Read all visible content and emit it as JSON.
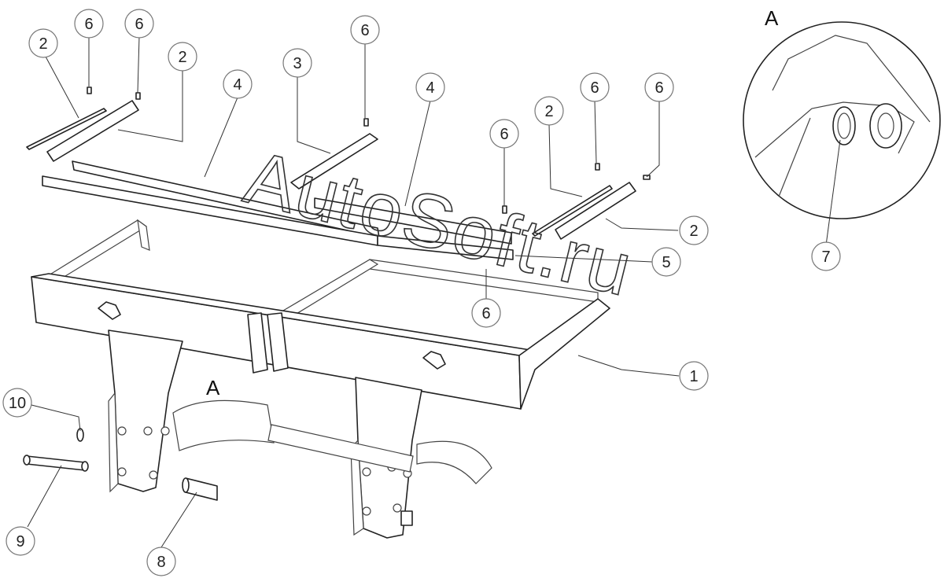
{
  "watermark": "AutoSoft.ru",
  "detail_view": {
    "label": "A",
    "reference_label": "A"
  },
  "callouts": [
    {
      "id": "c2a",
      "label": "2"
    },
    {
      "id": "c6a",
      "label": "6"
    },
    {
      "id": "c6b",
      "label": "6"
    },
    {
      "id": "c2b",
      "label": "2"
    },
    {
      "id": "c4a",
      "label": "4"
    },
    {
      "id": "c3",
      "label": "3"
    },
    {
      "id": "c6c",
      "label": "6"
    },
    {
      "id": "c4b",
      "label": "4"
    },
    {
      "id": "c6d",
      "label": "6"
    },
    {
      "id": "c2c",
      "label": "2"
    },
    {
      "id": "c6e",
      "label": "6"
    },
    {
      "id": "c6f",
      "label": "6"
    },
    {
      "id": "c2d",
      "label": "2"
    },
    {
      "id": "c5",
      "label": "5"
    },
    {
      "id": "c6g",
      "label": "6"
    },
    {
      "id": "c1",
      "label": "1"
    },
    {
      "id": "c10",
      "label": "10"
    },
    {
      "id": "c9",
      "label": "9"
    },
    {
      "id": "c8",
      "label": "8"
    },
    {
      "id": "c7",
      "label": "7"
    }
  ]
}
